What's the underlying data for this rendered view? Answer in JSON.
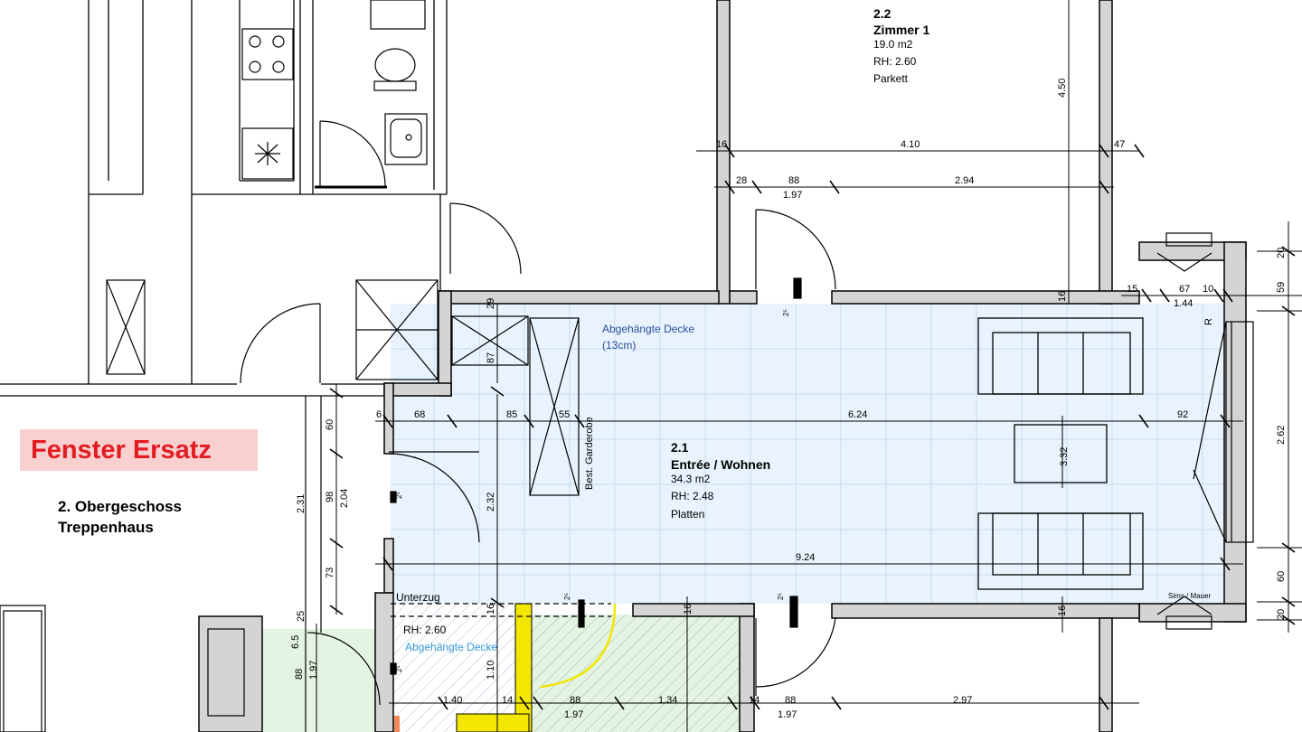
{
  "banner": {
    "text": "Fenster Ersatz",
    "bg_color": "#f9d0d0",
    "text_color": "#e31c23"
  },
  "stairwell": {
    "line1": "2. Obergeschoss",
    "line2": "Treppenhaus"
  },
  "rooms": {
    "r22": {
      "number": "2.2",
      "name": "Zimmer 1",
      "area": "19.0 m2",
      "height": "RH: 2.60",
      "floor": "Parkett"
    },
    "r21": {
      "number": "2.1",
      "name": "Entrée / Wohnen",
      "area": "34.3 m2",
      "height": "RH: 2.48",
      "floor": "Platten"
    }
  },
  "notes": {
    "ceiling1": "Abgehängte Decke",
    "ceiling1_sub": "(13cm)",
    "ceiling2": "Abgehängte Decke",
    "beam": "Unterzug",
    "height_low": "RH: 2.60",
    "wardrobe": "Best. Garderobe",
    "sims": "Sims / Mauer",
    "r": "R"
  },
  "colors": {
    "living_fill": "#e8f3fd",
    "bath_fill": "#e3f4e3",
    "kitchen_fill": "#e3f4e3",
    "wall": "#d4d4d4",
    "yellow": "#f3e600"
  },
  "dims": {
    "d450": "4.50",
    "d16a": "16",
    "d410": "4.10",
    "d47": "47",
    "d28": "28",
    "d88a": "88",
    "d197a": "1.97",
    "d294": "2.94",
    "d20a": "20",
    "d59": "59",
    "d15": "15",
    "d67": "67",
    "d10": "10",
    "d144": "1.44",
    "d16b": "16",
    "d29": "29",
    "d87": "87",
    "d6": "6",
    "d68": "68",
    "d85": "85",
    "d55": "55",
    "d624": "6.24",
    "d92": "92",
    "d262": "2.62",
    "d332": "3.32",
    "d60a": "60",
    "d98": "98",
    "d204": "2.04",
    "d231": "2.31",
    "d232": "2.32",
    "d73": "73",
    "d924": "9.24",
    "d60b": "60",
    "d20b": "20",
    "d25": "25",
    "d65": "6.5",
    "d88b": "88",
    "d197b": "1.97",
    "d110": "1.10",
    "d16c": "16",
    "d16d": "16",
    "d16e": "16",
    "d140": "1.40",
    "d14a": "14",
    "d88c": "88",
    "d197c": "1.97",
    "d134": "1.34",
    "d14b": "14",
    "d88d": "88",
    "d197d": "1.97",
    "d297": "2.97",
    "s25a": "2⁵",
    "s25b": "2⁵",
    "s25c": "2⁵",
    "s25d": "2⁵",
    "s25e": "2⁵"
  }
}
